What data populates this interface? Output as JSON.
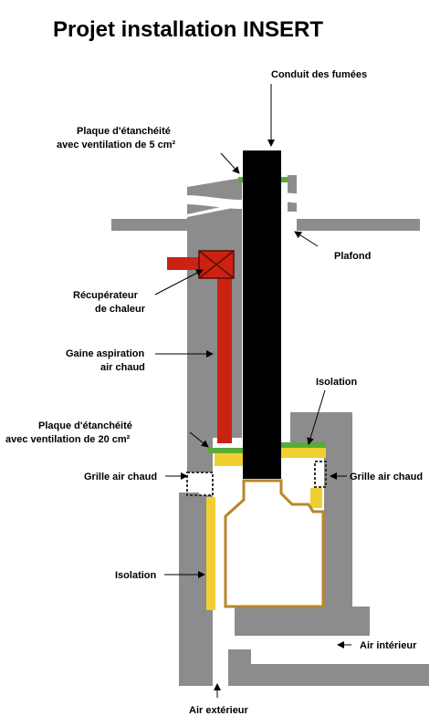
{
  "title": "Projet installation INSERT",
  "labels": {
    "conduit": "Conduit des fumées",
    "plaque_top_1": "Plaque d'étanchéité",
    "plaque_top_2": "avec ventilation de 5 cm²",
    "plafond": "Plafond",
    "recup_1": "Récupérateur",
    "recup_2": "de chaleur",
    "gaine_1": "Gaine aspiration",
    "gaine_2": "air chaud",
    "isolation_right": "Isolation",
    "plaque_mid_1": "Plaque d'étanchéité",
    "plaque_mid_2": "avec ventilation de 20 cm²",
    "grille_left": "Grille air chaud",
    "grille_right": "Grille air chaud",
    "isolation_left": "Isolation",
    "air_interieur": "Air intérieur",
    "air_exterieur": "Air extérieur"
  },
  "colors": {
    "wall": "#8c8c8c",
    "flue": "#000000",
    "duct": "#cc2211",
    "insulation": "#f0d030",
    "seal_plate": "#5aaa3a",
    "insert_outline": "#b8862a"
  }
}
